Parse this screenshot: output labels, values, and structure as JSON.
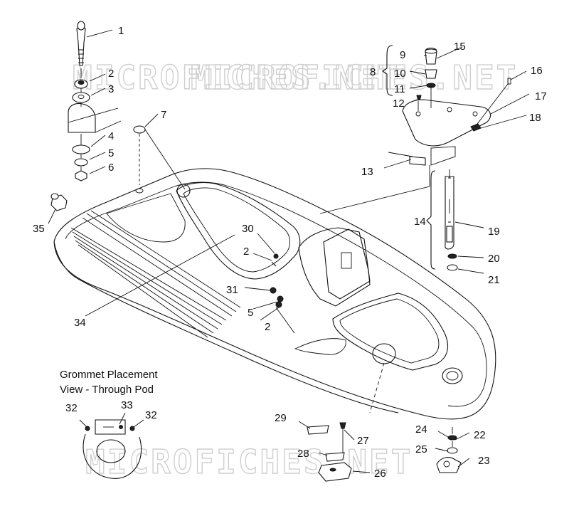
{
  "watermark": "MICROFICHES.NET",
  "grommet_caption": {
    "line1": "Grommet Placement",
    "line2": "View - Through Pod"
  },
  "callouts": {
    "c1": "1",
    "c2a": "2",
    "c3": "3",
    "c4": "4",
    "c5a": "5",
    "c6": "6",
    "c7": "7",
    "c8": "8",
    "c9": "9",
    "c10": "10",
    "c11": "11",
    "c12": "12",
    "c13": "13",
    "c14": "14",
    "c15": "15",
    "c16": "16",
    "c17": "17",
    "c18": "18",
    "c19": "19",
    "c20": "20",
    "c21": "21",
    "c22": "22",
    "c23": "23",
    "c24": "24",
    "c25": "25",
    "c26": "26",
    "c27": "27",
    "c28": "28",
    "c29": "29",
    "c30": "30",
    "c31": "31",
    "c2b": "2",
    "c5b": "5",
    "c2c": "2",
    "c34": "34",
    "c35": "35",
    "c32a": "32",
    "c33": "33",
    "c32b": "32"
  }
}
